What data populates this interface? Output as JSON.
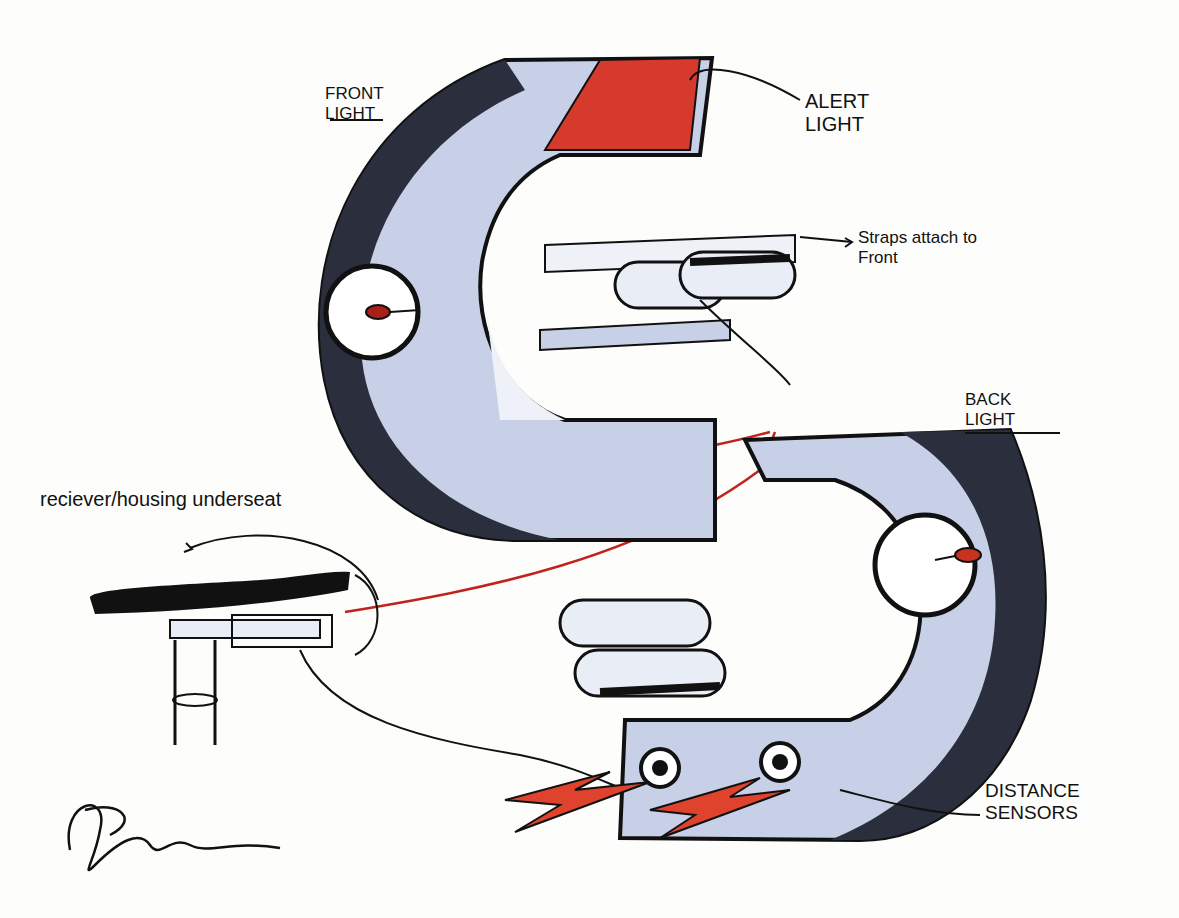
{
  "diagram": {
    "labels": [
      "FRONT LIGHT",
      "ALERT LIGHT",
      "Straps attach to Front",
      "BACK LIGHT",
      "reciever/housing underseat",
      "DISTANCE SENSORS"
    ]
  }
}
